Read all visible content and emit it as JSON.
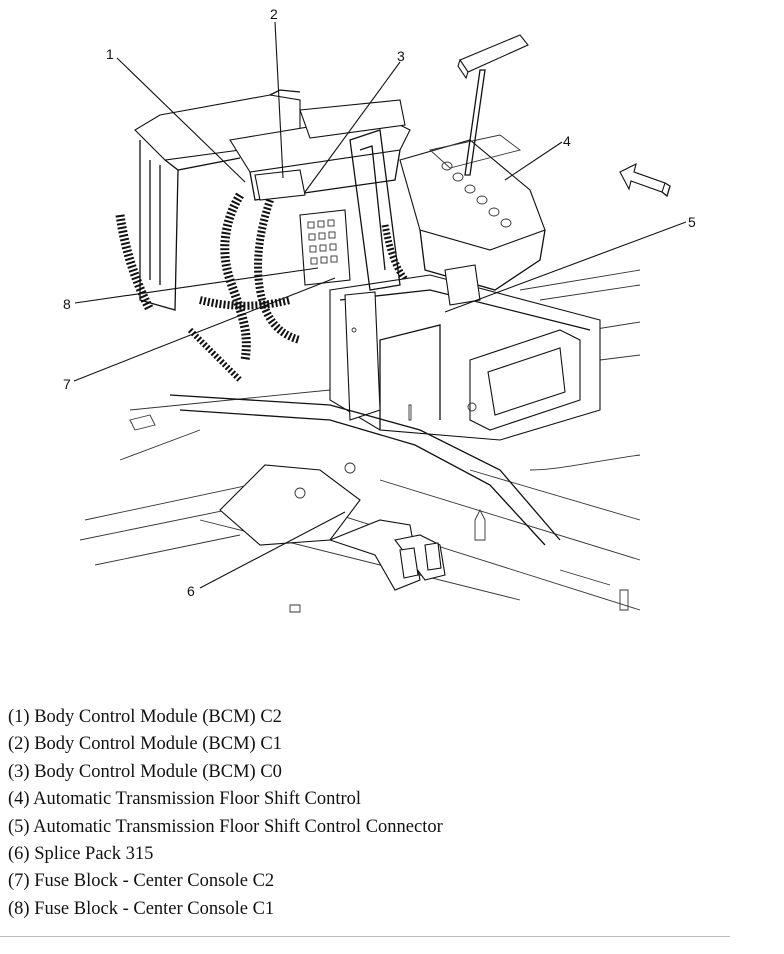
{
  "callouts": [
    "1",
    "2",
    "3",
    "4",
    "5",
    "6",
    "7",
    "8"
  ],
  "legend": [
    "(1) Body Control Module (BCM) C2",
    "(2) Body Control Module (BCM) C1",
    "(3) Body Control Module (BCM) C0",
    "(4) Automatic Transmission Floor Shift Control",
    "(5) Automatic Transmission Floor Shift Control Connector",
    "(6) Splice Pack 315",
    "(7) Fuse Block - Center Console C2",
    "(8) Fuse Block - Center Console C1"
  ]
}
